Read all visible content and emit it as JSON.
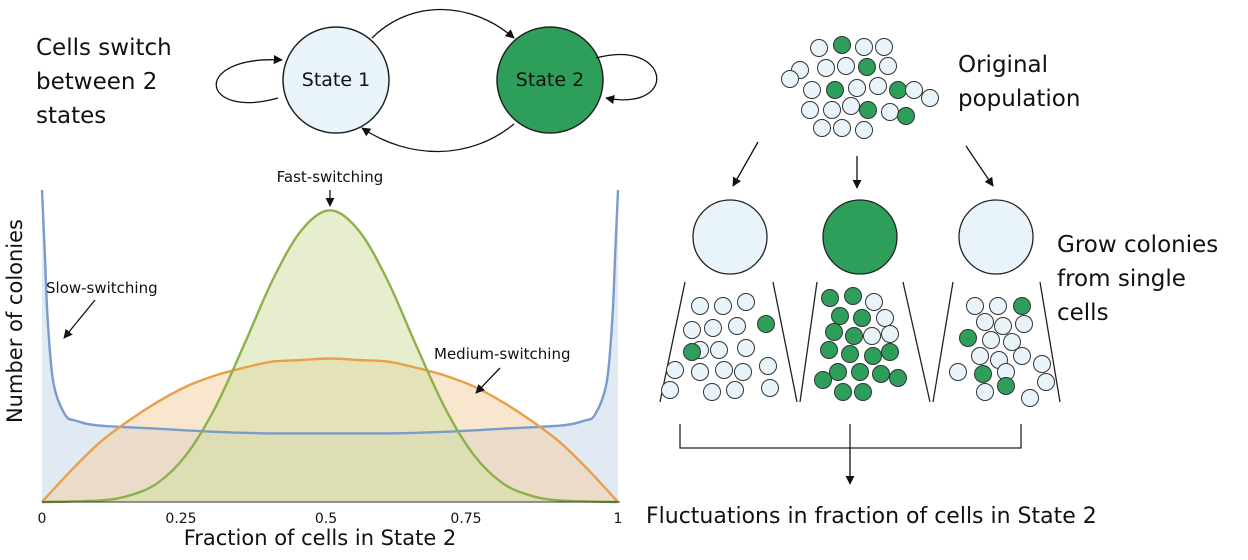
{
  "switching": {
    "caption_lines": [
      "Cells switch",
      "between 2",
      "states"
    ],
    "state1_label": "State 1",
    "state2_label": "State 2",
    "state1_color": "#e8f4f9",
    "state2_color": "#2e9e5b"
  },
  "population": {
    "original_lines": [
      "Original",
      "population"
    ],
    "grow_lines": [
      "Grow colonies",
      "from single",
      "cells"
    ],
    "fluctuations_label": "Fluctuations in fraction of cells in State 2"
  },
  "chart_data": {
    "type": "area",
    "xlabel": "Fraction of cells in State 2",
    "ylabel": "Number of colonies",
    "x_ticks": [
      "0",
      "0.25",
      "0.5",
      "0.75",
      "1"
    ],
    "xlim": [
      0,
      1
    ],
    "ylim": [
      0,
      1
    ],
    "legend_placement": "annotations on curves",
    "grid": false,
    "series": [
      {
        "name": "Slow-switching",
        "color": "#7a9ccc",
        "fill": "#c9d7ea",
        "x": [
          0.0,
          0.005,
          0.01,
          0.02,
          0.04,
          0.06,
          0.1,
          0.2,
          0.3,
          0.4,
          0.5,
          0.6,
          0.7,
          0.8,
          0.9,
          0.94,
          0.96,
          0.98,
          0.99,
          0.995,
          1.0
        ],
        "y": [
          1.0,
          0.79,
          0.58,
          0.38,
          0.28,
          0.26,
          0.245,
          0.235,
          0.225,
          0.22,
          0.22,
          0.22,
          0.225,
          0.235,
          0.245,
          0.26,
          0.28,
          0.38,
          0.58,
          0.79,
          1.0
        ]
      },
      {
        "name": "Medium-switching",
        "color": "#e8a04a",
        "fill": "#f3d2a6",
        "x": [
          0.0,
          0.05,
          0.1,
          0.15,
          0.2,
          0.25,
          0.3,
          0.35,
          0.4,
          0.45,
          0.5,
          0.55,
          0.6,
          0.65,
          0.7,
          0.75,
          0.8,
          0.85,
          0.9,
          0.95,
          1.0
        ],
        "y": [
          0.0,
          0.1,
          0.19,
          0.26,
          0.32,
          0.37,
          0.405,
          0.43,
          0.45,
          0.455,
          0.46,
          0.455,
          0.45,
          0.43,
          0.405,
          0.37,
          0.32,
          0.26,
          0.19,
          0.1,
          0.0
        ]
      },
      {
        "name": "Fast-switching",
        "color": "#8cb04a",
        "fill": "#d3e0a4",
        "x": [
          0.0,
          0.1,
          0.15,
          0.2,
          0.25,
          0.3,
          0.35,
          0.4,
          0.45,
          0.5,
          0.55,
          0.6,
          0.65,
          0.7,
          0.75,
          0.8,
          0.85,
          0.9,
          1.0
        ],
        "y": [
          0.0,
          0.005,
          0.02,
          0.06,
          0.15,
          0.3,
          0.5,
          0.71,
          0.87,
          0.935,
          0.87,
          0.71,
          0.5,
          0.3,
          0.15,
          0.06,
          0.02,
          0.005,
          0.0
        ]
      }
    ]
  }
}
